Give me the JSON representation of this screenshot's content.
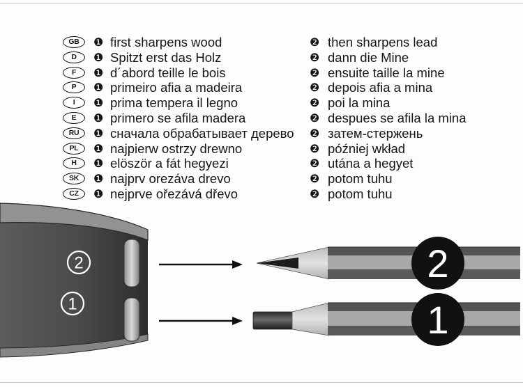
{
  "bullets": {
    "one": "❶",
    "two": "❷"
  },
  "rows": [
    {
      "code": "GB",
      "step1": "first sharpens wood",
      "step2": "then sharpens lead"
    },
    {
      "code": "D",
      "step1": "Spitzt erst das Holz",
      "step2": "dann die Mine"
    },
    {
      "code": "F",
      "step1": "d´abord teille le bois",
      "step2": "ensuite taille la mine"
    },
    {
      "code": "P",
      "step1": "primeiro afia a madeira",
      "step2": "depois afia a mina"
    },
    {
      "code": "I",
      "step1": "prima tempera il legno",
      "step2": "poi la mina"
    },
    {
      "code": "E",
      "step1": "primero se afila madera",
      "step2": "despues se afila la mina"
    },
    {
      "code": "RU",
      "step1": "сначала обрабатывает дерево",
      "step2": "затем-стержень"
    },
    {
      "code": "PL",
      "step1": "najpierw ostrzy drewno",
      "step2": "później wkład"
    },
    {
      "code": "H",
      "step1": "elöször a fát hegyezi",
      "step2": "utána a hegyet"
    },
    {
      "code": "SK",
      "step1": "najprv orezáva drevo",
      "step2": "potom tuhu"
    },
    {
      "code": "CZ",
      "step1": "nejprve ořezává dřevo",
      "step2": "potom tuhu"
    }
  ],
  "illustration": {
    "hole_upper_label": "2",
    "hole_lower_label": "1",
    "pencil_upper_label": "2",
    "pencil_lower_label": "1"
  }
}
